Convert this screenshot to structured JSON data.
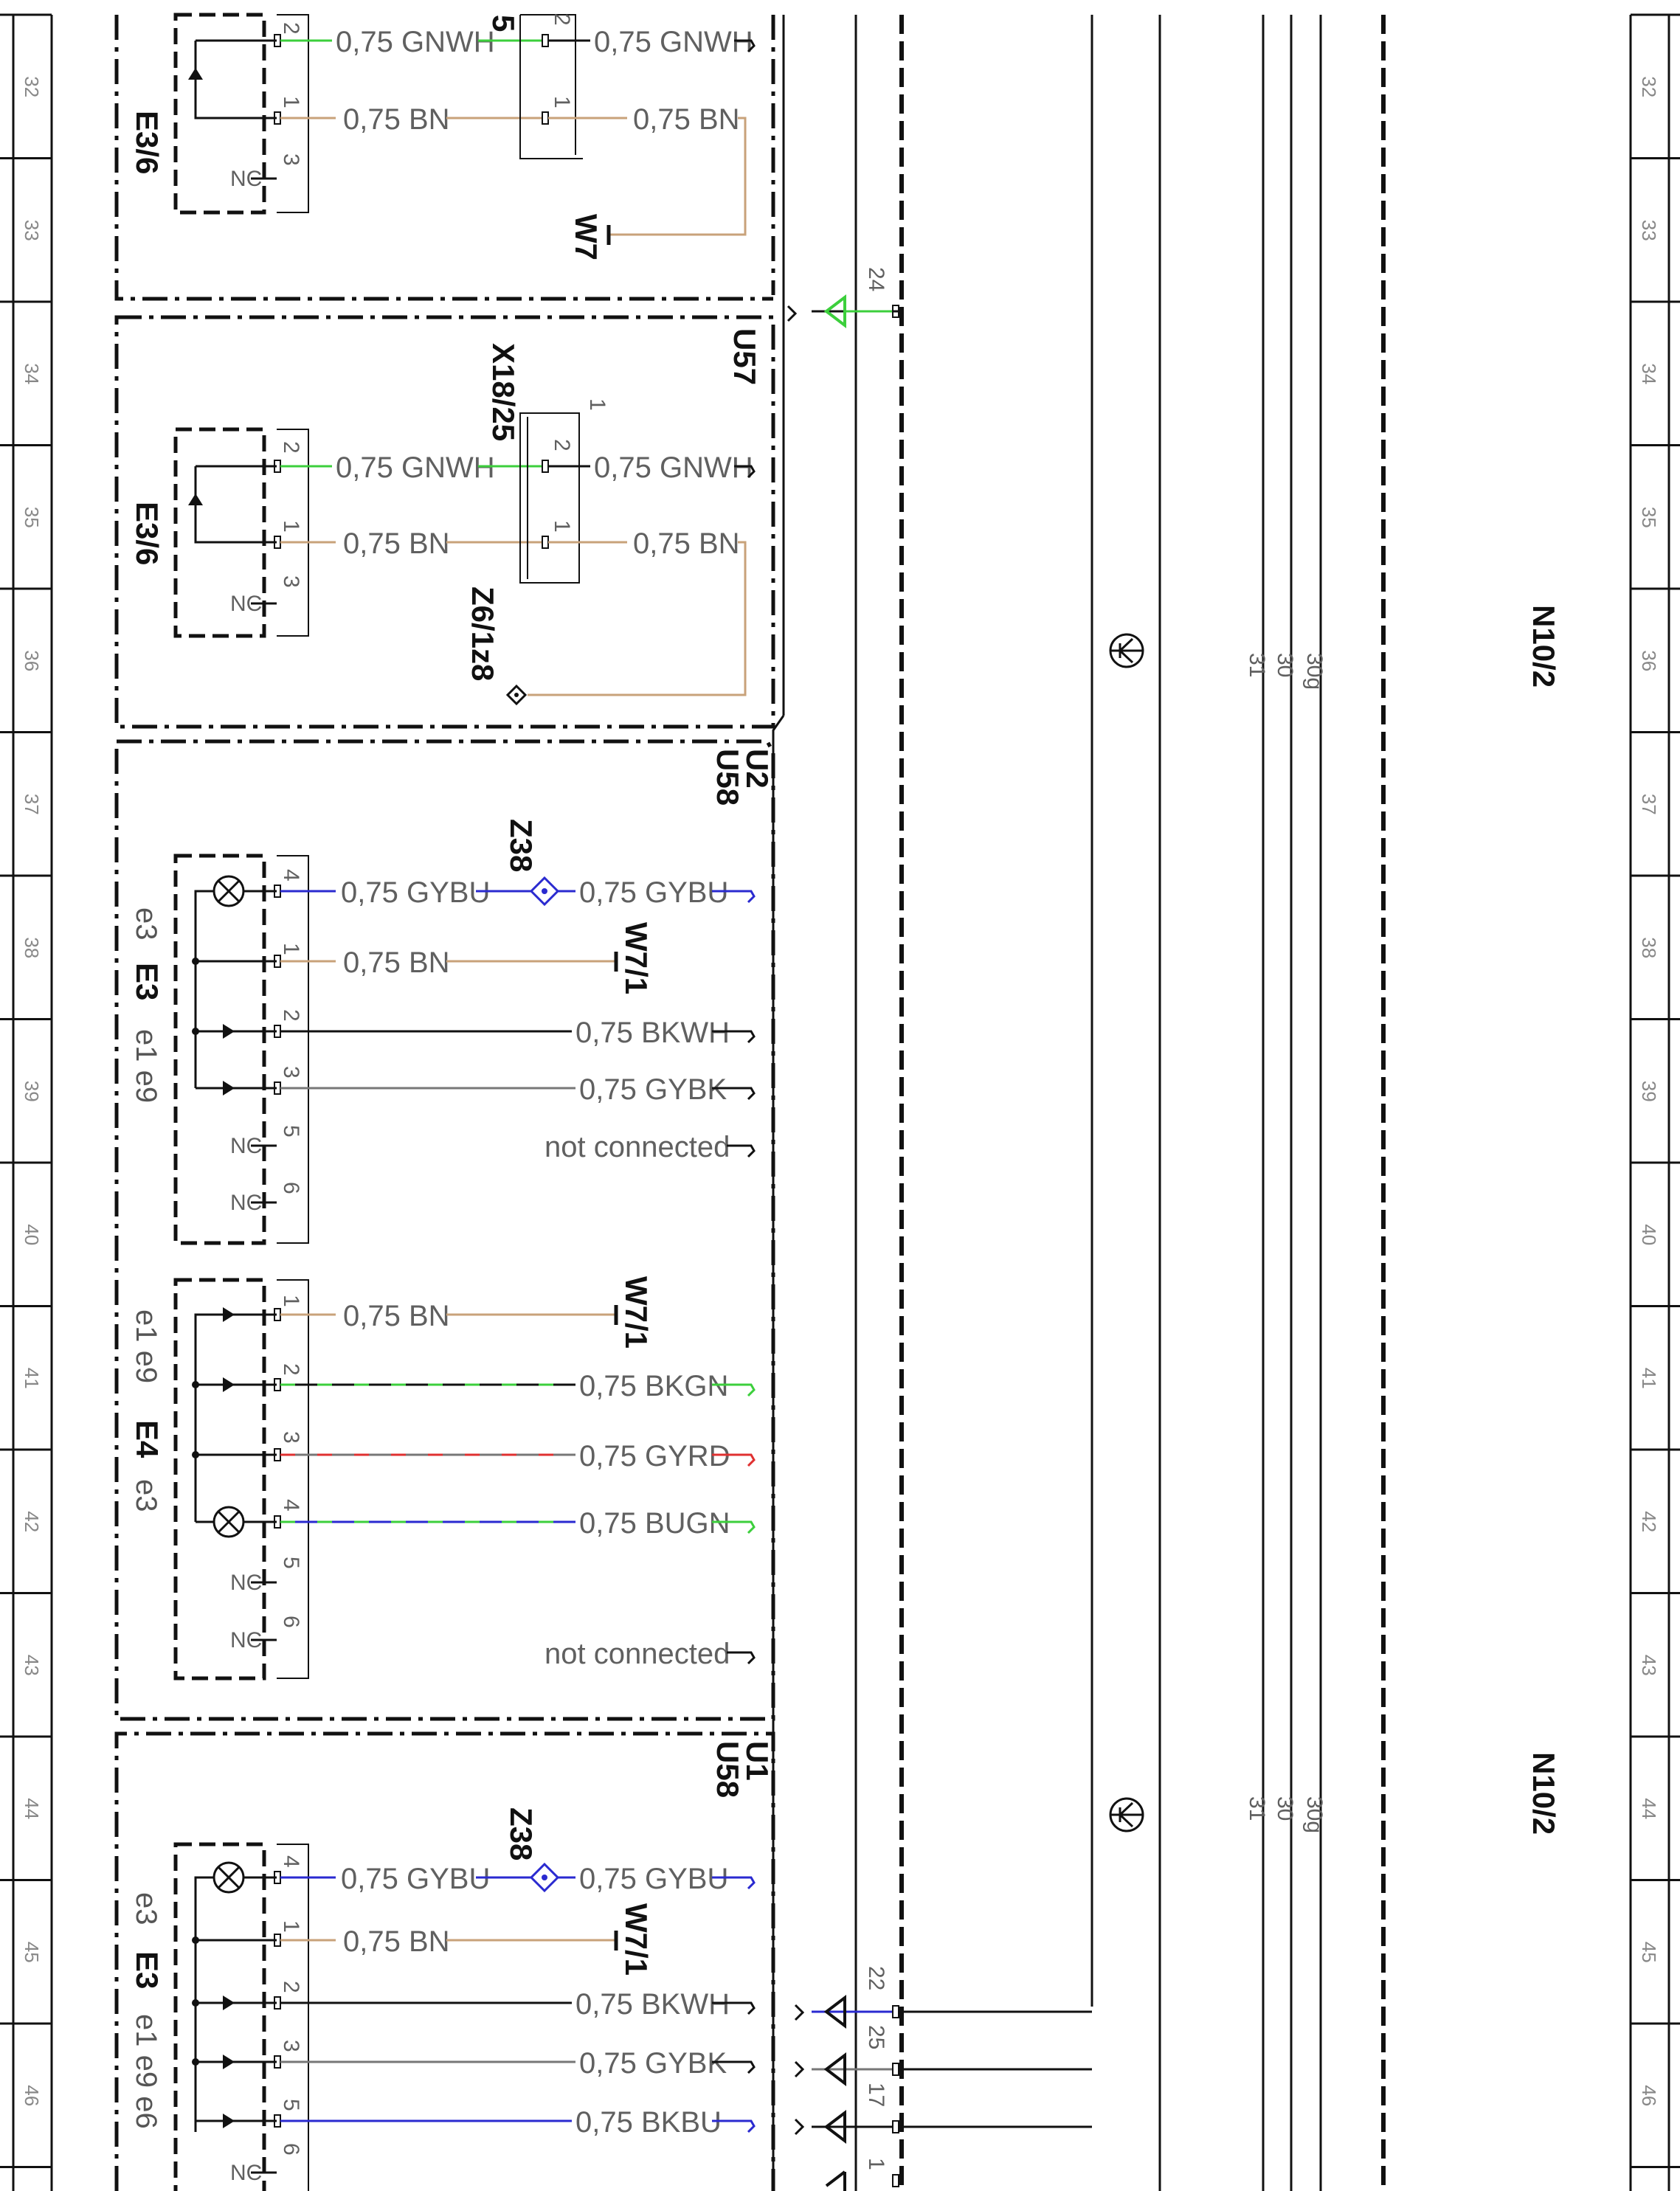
{
  "ruler": {
    "numbers": [
      "32",
      "33",
      "34",
      "35",
      "36",
      "37",
      "38",
      "39",
      "40",
      "41",
      "42",
      "43",
      "44",
      "45",
      "46"
    ]
  },
  "colors": {
    "brown": "#c8a27a",
    "green": "#3ccf3c",
    "blue": "#2a2ad0",
    "red": "#e03030",
    "gray": "#999999",
    "black": "#111111"
  },
  "sections": {
    "s1": {
      "component": "E3/6",
      "pin_nc": "NC",
      "pins": [
        "2",
        "1",
        "3"
      ],
      "wires": [
        {
          "label": "0,75 GNWH",
          "label2": "0,75 GNWH"
        },
        {
          "label": "0,75 BN",
          "label2": "0,75 BN"
        }
      ],
      "connector_partial": "5",
      "conn_pins": [
        "2",
        "1"
      ],
      "ground": "W7"
    },
    "s2": {
      "module": "U57",
      "component": "E3/6",
      "pin_nc": "NC",
      "pins": [
        "2",
        "1",
        "3"
      ],
      "connector": "X18/25",
      "conn_pins": [
        "1",
        "2",
        "1"
      ],
      "wires": [
        {
          "label": "0,75 GNWH",
          "label2": "0,75 GNWH"
        },
        {
          "label": "0,75 BN",
          "label2": "0,75 BN"
        }
      ],
      "splice": "Z6/1z8"
    },
    "s3": {
      "module_a": "U2",
      "module_b": "U58",
      "e3": {
        "name": "E3",
        "sub_a": "e3",
        "sub_b": "e1 e9"
      },
      "e3_pins": [
        "4",
        "1",
        "2",
        "3",
        "5",
        "6"
      ],
      "e3_nc": [
        "NC",
        "NC"
      ],
      "e3_wires": [
        {
          "label": "0,75 GYBU",
          "label2": "0,75 GYBU"
        },
        {
          "label": "0,75 BN"
        },
        {
          "label": "0,75 BKWH"
        },
        {
          "label": "0,75 GYBK"
        },
        {
          "label": "not connected"
        }
      ],
      "splice": "Z38",
      "ground": "W7/1",
      "e4": {
        "name": "E4",
        "sub_a": "e1 e9",
        "sub_b": "e3"
      },
      "e4_pins": [
        "1",
        "2",
        "3",
        "4",
        "5",
        "6"
      ],
      "e4_nc": [
        "NC",
        "NC"
      ],
      "e4_wires": [
        {
          "label": "0,75 BN"
        },
        {
          "label": "0,75 BKGN"
        },
        {
          "label": "0,75 GYRD"
        },
        {
          "label": "0,75 BUGN"
        },
        {
          "label": "not connected"
        }
      ],
      "ground2": "W7/1"
    },
    "s4": {
      "module_a": "U1",
      "module_b": "U58",
      "e3": {
        "name": "E3",
        "sub_a": "e3",
        "sub_b": "e1 e9 e6"
      },
      "pins": [
        "4",
        "1",
        "2",
        "3",
        "5",
        "6"
      ],
      "nc": "NC",
      "wires": [
        {
          "label": "0,75 GYBU",
          "label2": "0,75 GYBU"
        },
        {
          "label": "0,75 BN"
        },
        {
          "label": "0,75 BKWH"
        },
        {
          "label": "0,75 GYBK"
        },
        {
          "label": "0,75 BKBU"
        }
      ],
      "splice": "Z38",
      "ground": "W7/1"
    }
  },
  "right_connector": {
    "pins": [
      "24",
      "22",
      "25",
      "17",
      "1"
    ]
  },
  "module_N10": {
    "name": "N10/2",
    "terminals": [
      "30g",
      "30",
      "31"
    ]
  }
}
